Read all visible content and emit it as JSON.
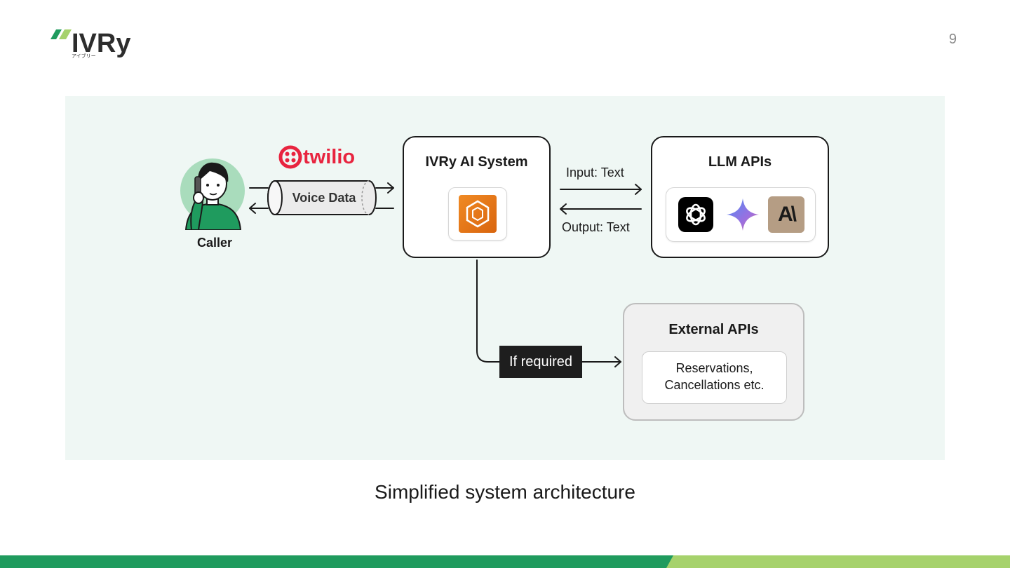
{
  "brand": {
    "logo_text": "IVRy",
    "logo_kana": "アイブリー"
  },
  "page_number": "9",
  "diagram": {
    "caller": {
      "label": "Caller"
    },
    "carrier": {
      "name": "twilio",
      "pipe_label": "Voice Data"
    },
    "ivry_system": {
      "title": "IVRy AI System",
      "icon": "aws-service-icon"
    },
    "llm_apis": {
      "title": "LLM APIs",
      "icons": [
        "openai-icon",
        "gemini-icon",
        "anthropic-icon"
      ],
      "anthropic_glyph": "A\\"
    },
    "flows": {
      "input": "Input: Text",
      "output": "Output: Text",
      "conditional": "If required"
    },
    "external_apis": {
      "title": "External APIs",
      "line1": "Reservations,",
      "line2": "Cancellations etc."
    }
  },
  "caption": "Simplified system architecture",
  "colors": {
    "panel_bg": "#eff7f4",
    "brand_green": "#1f9b5e",
    "light_green": "#a6d26c",
    "twilio_red": "#e8243f",
    "aws_orange": "#e8761a"
  }
}
